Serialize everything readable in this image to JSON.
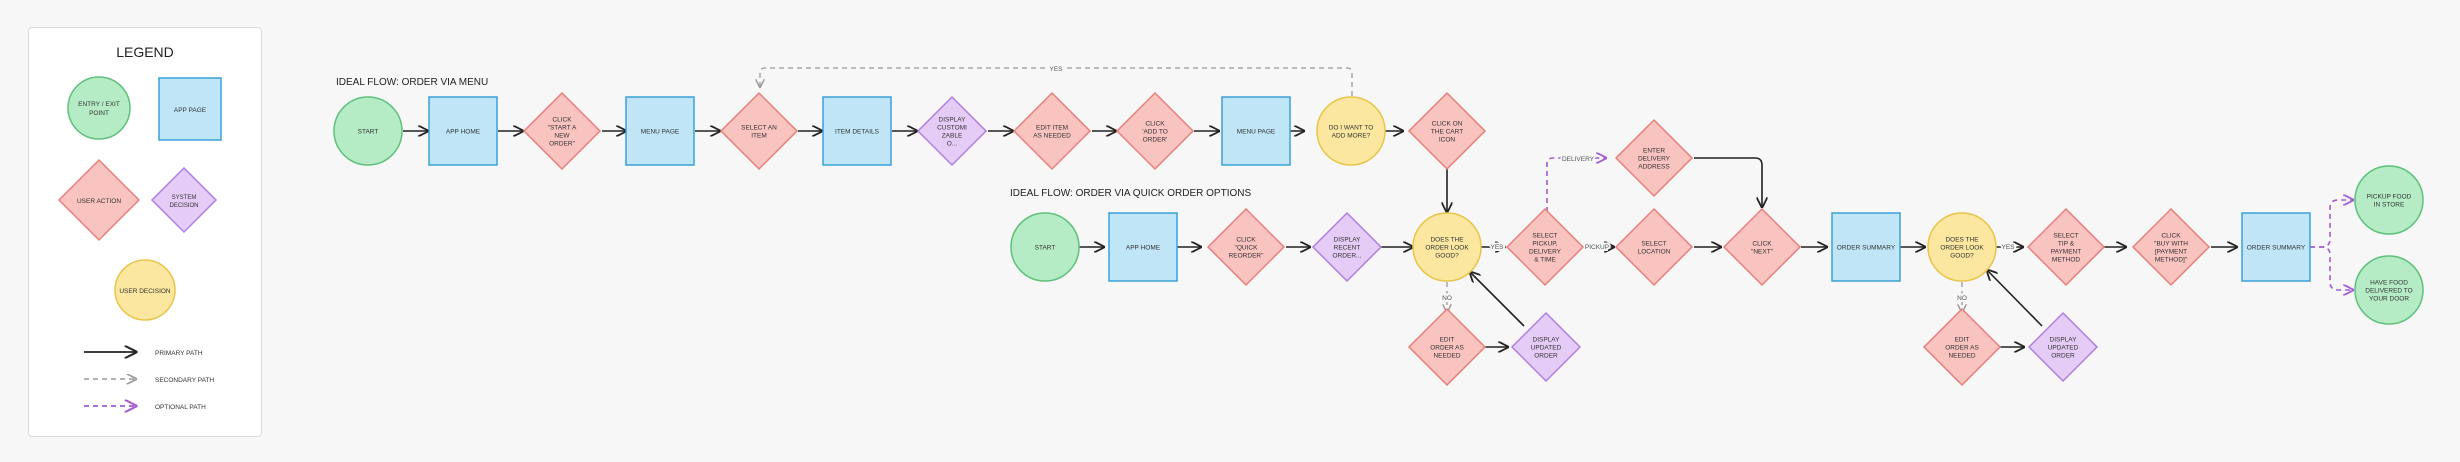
{
  "legend": {
    "title": "LEGEND",
    "entry_exit": "ENTRY / EXIT POINT",
    "app_page": "APP PAGE",
    "user_action": "USER ACTION",
    "system_decision": "SYSTEM DECISION",
    "user_decision": "USER DECISION",
    "primary_path": "PRIMARY PATH",
    "secondary_path": "SECONDARY PATH",
    "optional_path": "OPTIONAL PATH"
  },
  "colors": {
    "entry_fill": "#b5ecc6",
    "entry_stroke": "#5fc07c",
    "page_fill": "#bfe5f7",
    "page_stroke": "#3aa0d8",
    "action_fill": "#f9c3c0",
    "action_stroke": "#e77f7a",
    "system_fill": "#e4ccf6",
    "system_stroke": "#b07ee0",
    "decision_fill": "#fbe7a0",
    "decision_stroke": "#e9c44b",
    "primary_line": "#222222",
    "secondary_line": "#999999",
    "optional_line": "#a45ad0"
  },
  "flow1": {
    "title": "IDEAL FLOW: ORDER VIA MENU",
    "loop_label": "YES",
    "nodes": [
      {
        "id": "start",
        "type": "entry",
        "label": "START"
      },
      {
        "id": "apphome",
        "type": "page",
        "label": "APP HOME"
      },
      {
        "id": "startorder",
        "type": "action",
        "label": "CLICK \"START A NEW ORDER\""
      },
      {
        "id": "menupage",
        "type": "page",
        "label": "MENU PAGE"
      },
      {
        "id": "selectitem",
        "type": "action",
        "label": "SELECT AN ITEM"
      },
      {
        "id": "itemdetails",
        "type": "page",
        "label": "ITEM DETAILS"
      },
      {
        "id": "displaycustom",
        "type": "system",
        "label": "DISPLAY CUSTOMI ZABLE O..."
      },
      {
        "id": "edititem",
        "type": "action",
        "label": "EDIT ITEM AS NEEDED"
      },
      {
        "id": "addtoorder",
        "type": "action",
        "label": "CLICK 'ADD TO ORDER'"
      },
      {
        "id": "menupage2",
        "type": "page",
        "label": "MENU PAGE"
      },
      {
        "id": "addmore",
        "type": "decision",
        "label": "DO I WANT TO ADD MORE?"
      },
      {
        "id": "carticon",
        "type": "action",
        "label": "CLICK ON THE CART ICON"
      }
    ]
  },
  "flow2": {
    "title": "IDEAL FLOW: ORDER VIA QUICK ORDER OPTIONS",
    "nodes": [
      {
        "id": "start2",
        "type": "entry",
        "label": "START"
      },
      {
        "id": "apphome2",
        "type": "page",
        "label": "APP HOME"
      },
      {
        "id": "quickreorder",
        "type": "action",
        "label": "CLICK \"QUICK REORDER\""
      },
      {
        "id": "recentorder",
        "type": "system",
        "label": "DISPLAY RECENT ORDER..."
      },
      {
        "id": "looksgood",
        "type": "decision",
        "label": "DOES THE ORDER LOOK GOOD?"
      },
      {
        "id": "selectpickup",
        "type": "action",
        "label": "SELECT PICKUP, DELIVERY & TIME"
      },
      {
        "id": "selectlocation",
        "type": "action",
        "label": "SELECT LOCATION"
      },
      {
        "id": "deliveryaddr",
        "type": "action",
        "label": "ENTER DELIVERY ADDRESS"
      },
      {
        "id": "clicknext",
        "type": "action",
        "label": "CLICK \"NEXT\""
      },
      {
        "id": "ordersummary",
        "type": "page",
        "label": "ORDER SUMMARY"
      },
      {
        "id": "looksgood2",
        "type": "decision",
        "label": "DOES THE ORDER LOOK GOOD?"
      },
      {
        "id": "selecttip",
        "type": "action",
        "label": "SELECT TIP & PAYMENT METHOD"
      },
      {
        "id": "buywith",
        "type": "action",
        "label": "CLICK \"BUY WITH [PAYMENT METHOD]\""
      },
      {
        "id": "ordersummary2",
        "type": "page",
        "label": "ORDER SUMMARY"
      },
      {
        "id": "pickup",
        "type": "entry",
        "label": "PICKUP FOOD IN STORE"
      },
      {
        "id": "delivered",
        "type": "entry",
        "label": "HAVE FOOD DELIVERED TO YOUR DOOR"
      },
      {
        "id": "editorder1",
        "type": "action",
        "label": "EDIT ORDER AS NEEDED"
      },
      {
        "id": "displayupdated1",
        "type": "system",
        "label": "DISPLAY UPDATED ORDER"
      },
      {
        "id": "editorder2",
        "type": "action",
        "label": "EDIT ORDER AS NEEDED"
      },
      {
        "id": "displayupdated2",
        "type": "system",
        "label": "DISPLAY UPDATED ORDER"
      }
    ],
    "edge_labels": {
      "yes1": "YES",
      "no1": "NO",
      "pickup": "PICKUP",
      "delivery": "DELIVERY",
      "yes2": "YES",
      "no2": "NO"
    }
  }
}
